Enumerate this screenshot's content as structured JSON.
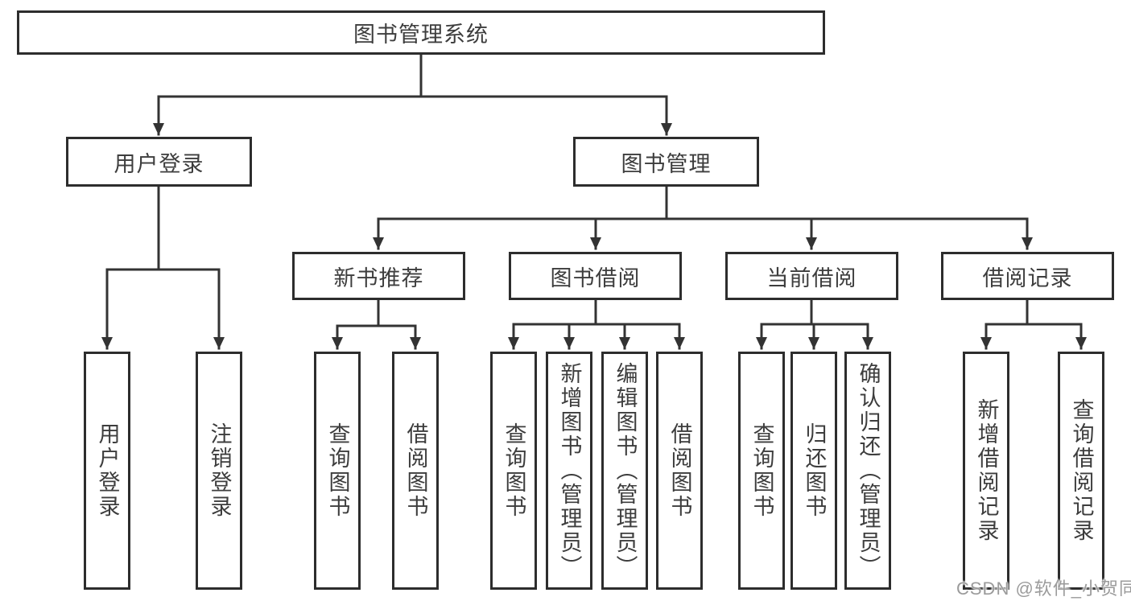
{
  "colors": {
    "background": "#ffffff",
    "line": "#333333",
    "box_border": "#2d2d2d",
    "text": "#3d3d3d",
    "watermark_text": "#9b9b9b"
  },
  "tree": {
    "label": "图书管理系统",
    "children": [
      {
        "label": "用户登录",
        "children": [
          {
            "label": "用户登录"
          },
          {
            "label": "注销登录"
          }
        ]
      },
      {
        "label": "图书管理",
        "children": [
          {
            "label": "新书推荐",
            "children": [
              {
                "label": "查询图书"
              },
              {
                "label": "借阅图书"
              }
            ]
          },
          {
            "label": "图书借阅",
            "children": [
              {
                "label": "查询图书"
              },
              {
                "label": "新增图书（管理员）"
              },
              {
                "label": "编辑图书（管理员）"
              },
              {
                "label": "借阅图书"
              }
            ]
          },
          {
            "label": "当前借阅",
            "children": [
              {
                "label": "查询图书"
              },
              {
                "label": "归还图书"
              },
              {
                "label": "确认归还（管理员）"
              }
            ]
          },
          {
            "label": "借阅记录",
            "children": [
              {
                "label": "新增借阅记录"
              },
              {
                "label": "查询借阅记录"
              }
            ]
          }
        ]
      }
    ]
  },
  "watermark": "CSDN @软件_小贺同学"
}
